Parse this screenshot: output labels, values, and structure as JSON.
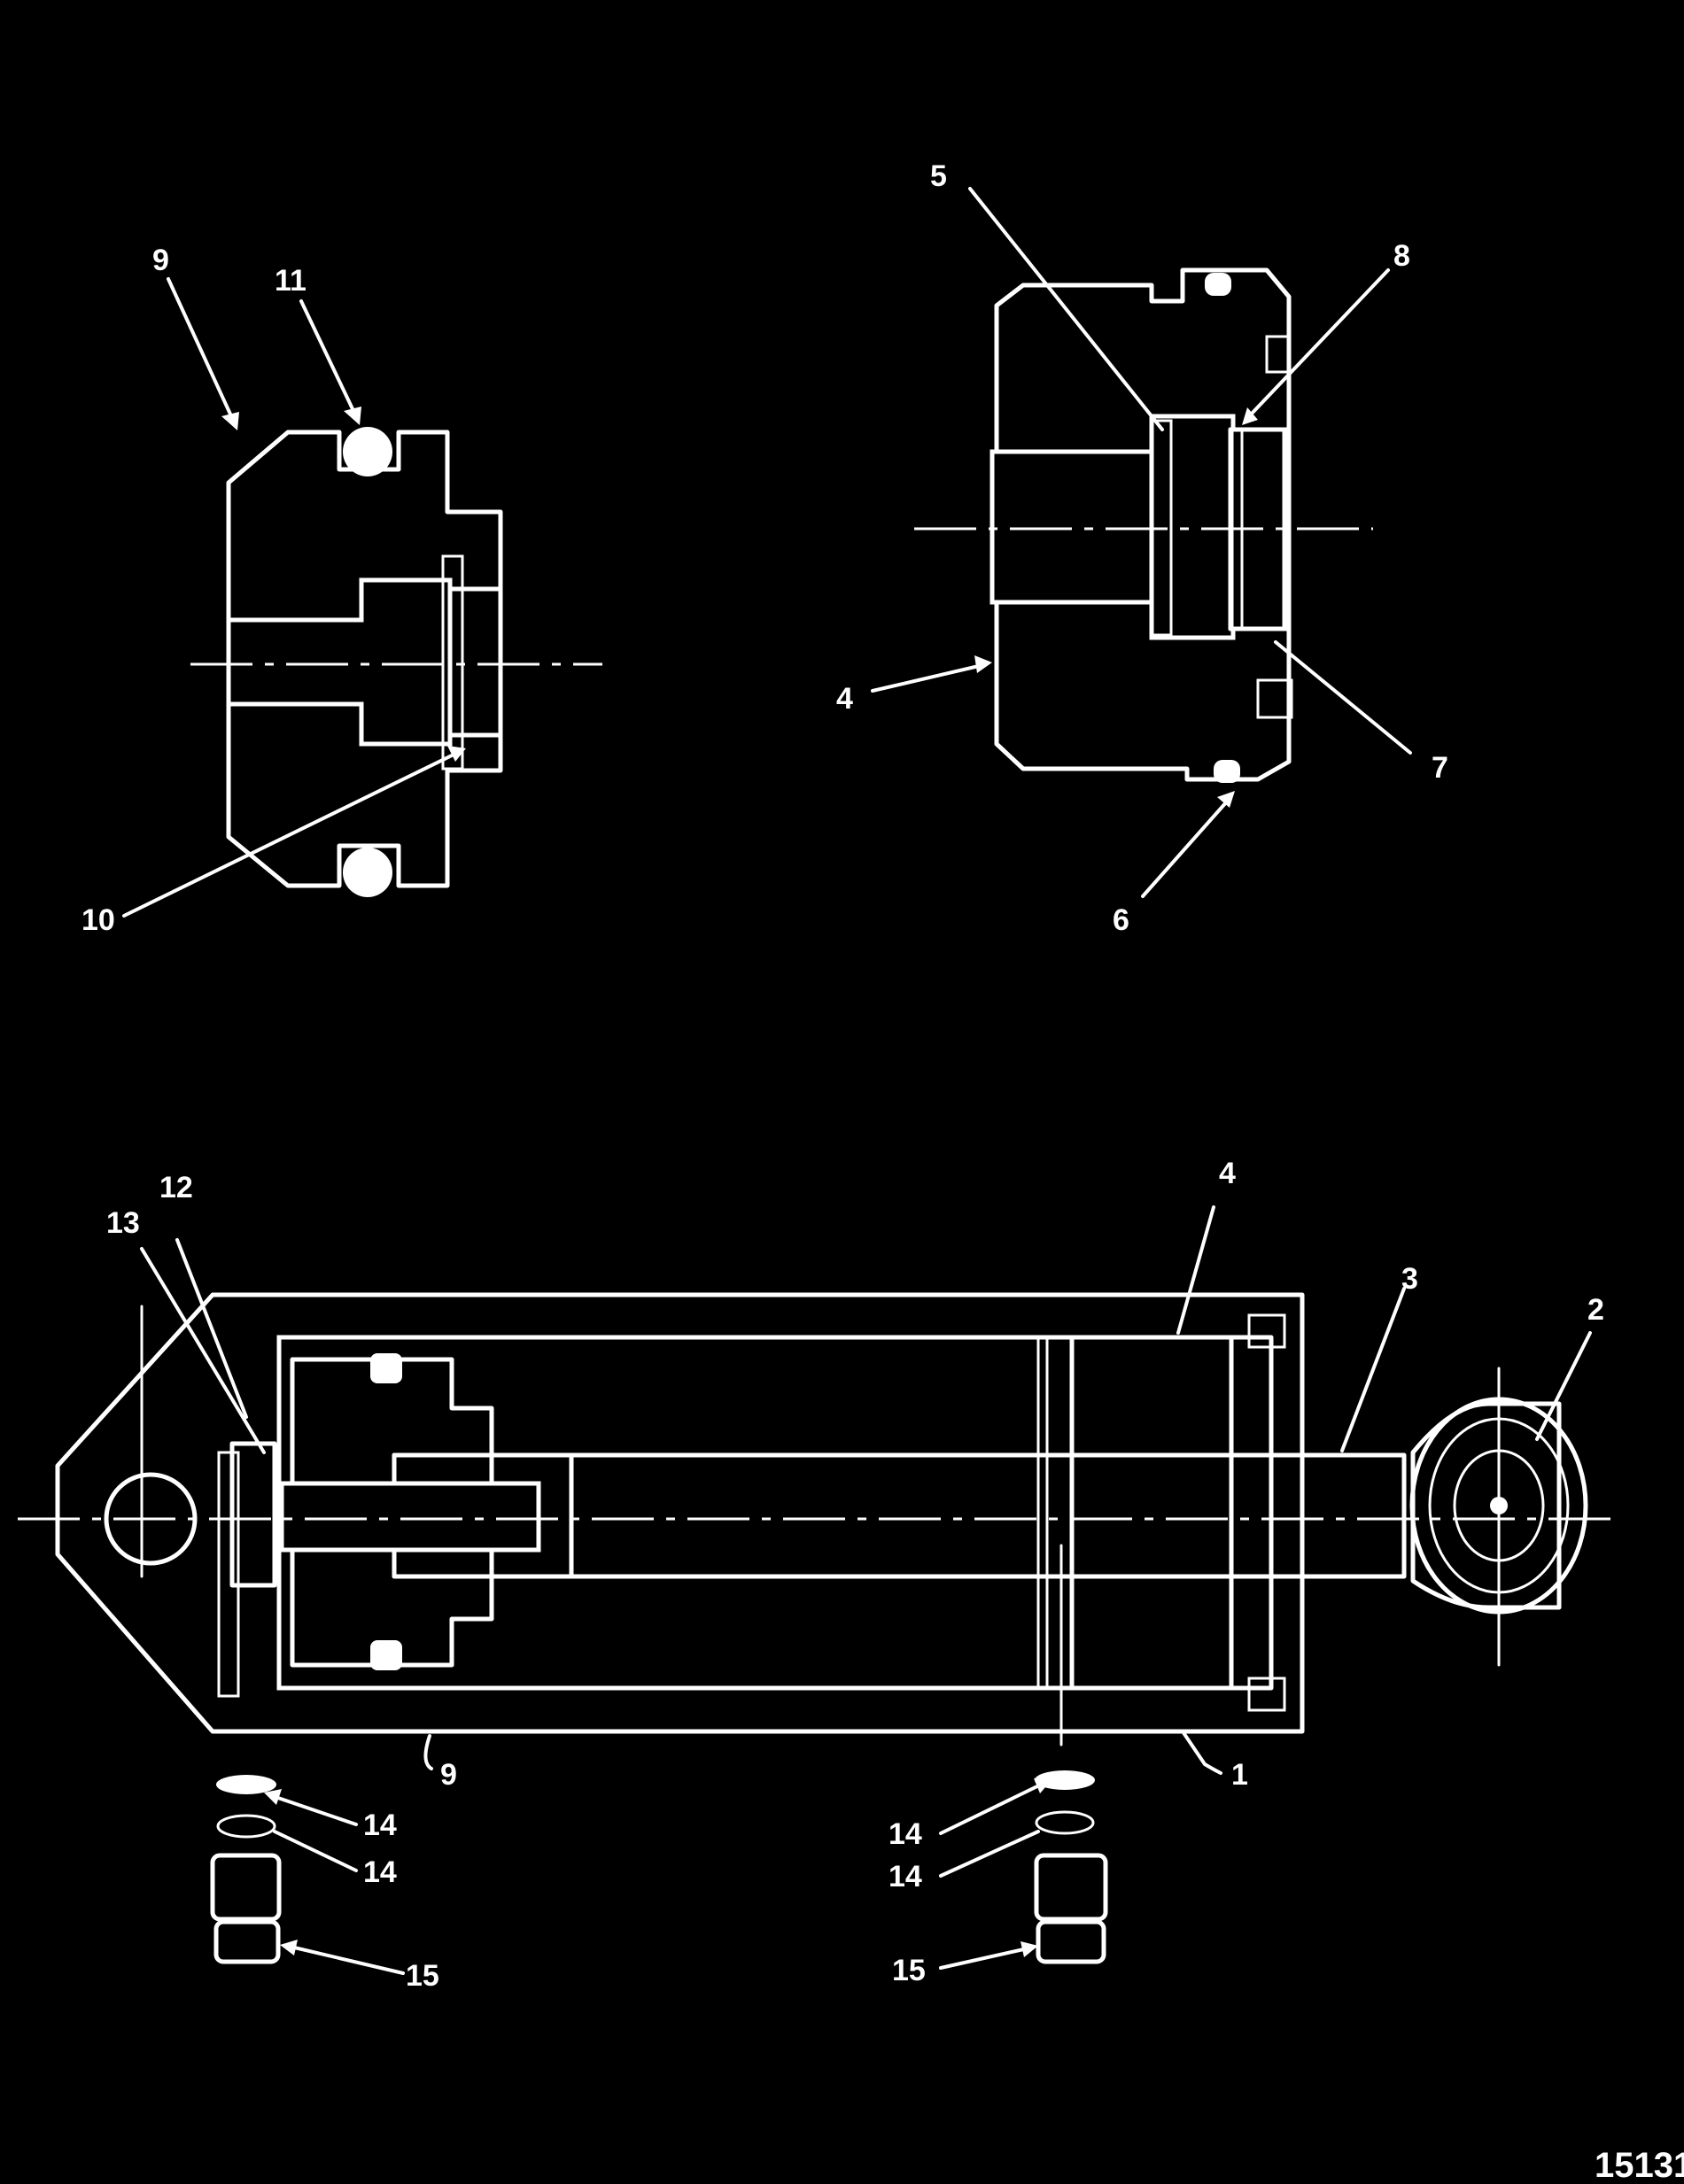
{
  "diagram": {
    "figure_number": "15131",
    "colors": {
      "background": "#000000",
      "line": "#ffffff"
    },
    "callouts": {
      "c1": "1",
      "c2": "2",
      "c3": "3",
      "c4_body": "4",
      "c4_head": "4",
      "c5": "5",
      "c6": "6",
      "c7": "7",
      "c8": "8",
      "c9_piston": "9",
      "c9_body": "9",
      "c10": "10",
      "c11": "11",
      "c12": "12",
      "c13": "13",
      "c14_a": "14",
      "c14_b": "14",
      "c14_c": "14",
      "c14_d": "14",
      "c15_a": "15",
      "c15_b": "15"
    }
  }
}
